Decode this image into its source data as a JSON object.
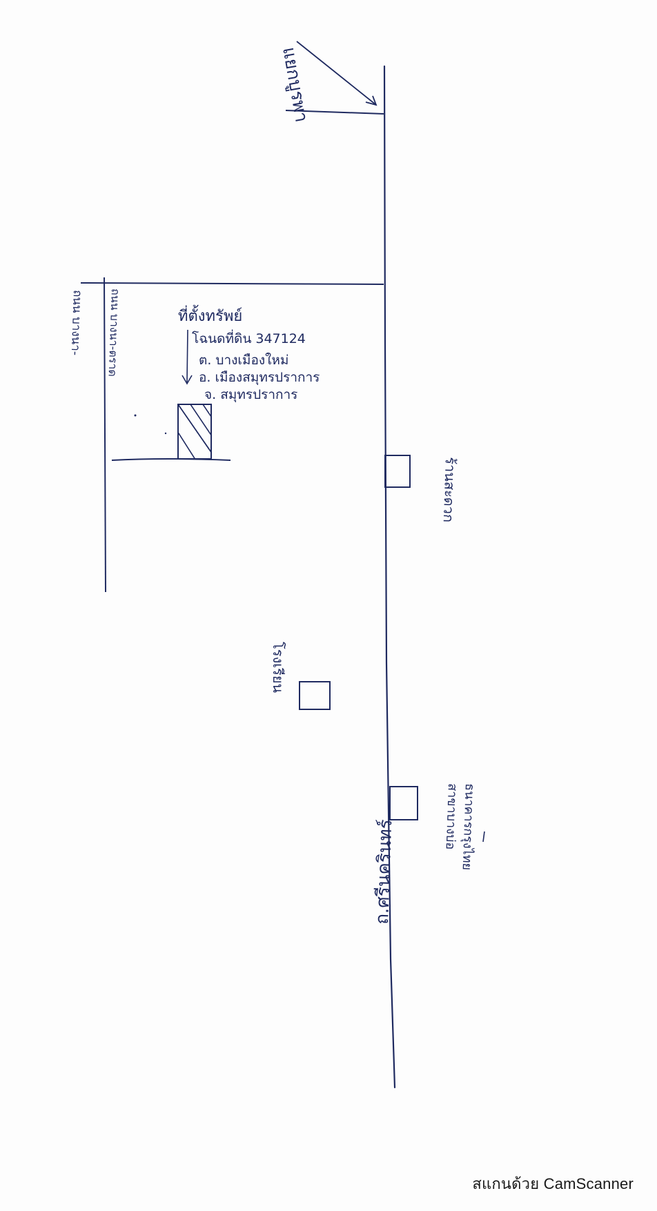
{
  "map": {
    "top_road_label": "แยกบูรพา",
    "side_road_label_1": "ถนน บางนา-",
    "side_road_label_2": "ถนน บางนา-ตราด",
    "property": {
      "title": "ที่ตั้งทรัพย์",
      "deed": "โฉนดที่ดิน 347124",
      "subdistrict": "ต. บางเมืองใหม่",
      "district": "อ. เมืองสมุทรปราการ",
      "province": "จ. สมุทรปราการ"
    },
    "landmark_1": "ร้านสะดวก",
    "landmark_2": "โรงเรียน",
    "landmark_3_line1": "ธนาคารกรุงไทย",
    "landmark_3_line2": "สาขาบางบ่อ",
    "bottom_road_label": "ถ.ศรีนครินทร์"
  },
  "footer": {
    "scanner_text": "สแกนด้วย CamScanner"
  },
  "colors": {
    "ink": "#1f2a60",
    "paper": "#fdfdfd"
  }
}
